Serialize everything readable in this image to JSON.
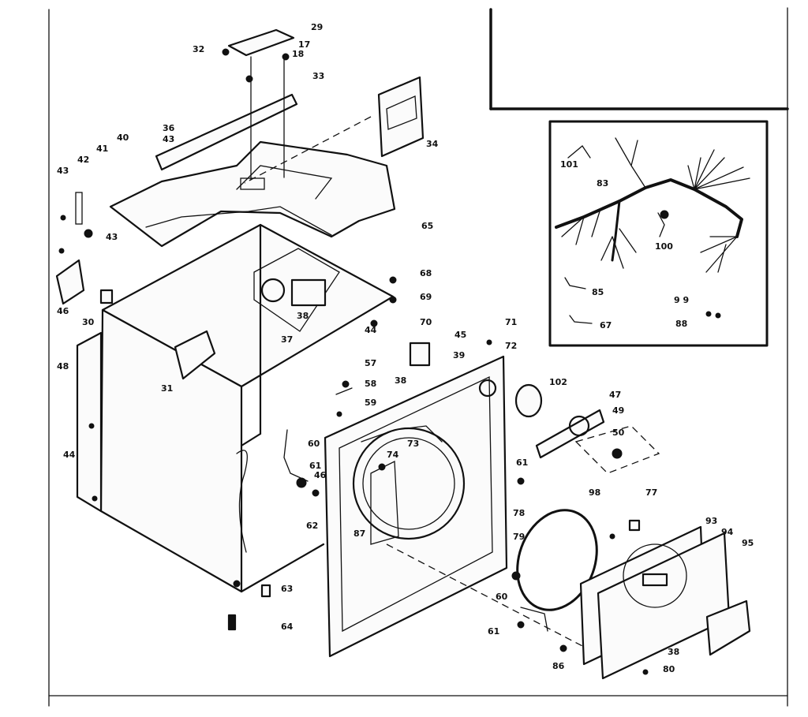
{
  "callouts": {
    "c29": "29",
    "c32": "32",
    "c17": "17",
    "c18": "18",
    "c33": "33",
    "c36": "36",
    "c43a": "43",
    "c40": "40",
    "c41": "41",
    "c42": "42",
    "c43b": "43",
    "c43c": "43",
    "c46a": "46",
    "c30": "30",
    "c34": "34",
    "c65": "65",
    "c68": "68",
    "c69": "69",
    "c38a": "38",
    "c37": "37",
    "c44a": "44",
    "c70": "70",
    "c45": "45",
    "c31": "31",
    "c48": "48",
    "c39": "39",
    "c71": "71",
    "c72": "72",
    "c57": "57",
    "c58": "58",
    "c38b": "38",
    "c59": "59",
    "c60a": "60",
    "c73": "73",
    "c74": "74",
    "c61a": "61",
    "c46b": "46",
    "c62": "62",
    "c44b": "44",
    "c87": "87",
    "c63": "63",
    "c64": "64",
    "c102": "102",
    "c47": "47",
    "c49": "49",
    "c50": "50",
    "c61b": "61",
    "c98": "98",
    "c77": "77",
    "c78": "78",
    "c79": "79",
    "c93": "93",
    "c94": "94",
    "c95": "95",
    "c60b": "60",
    "c61c": "61",
    "c86": "86",
    "c38c": "38",
    "c80": "80",
    "c101": "101",
    "c83": "83",
    "c100": "100",
    "c85": "85",
    "c99": "9 9",
    "c67": "67",
    "c88": "88"
  }
}
